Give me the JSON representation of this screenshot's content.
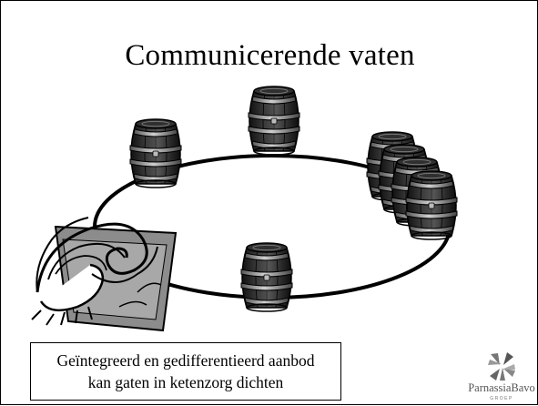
{
  "slide": {
    "title": "Communicerende vaten",
    "caption": {
      "line1": "Geïntegreerd en gedifferentieerd aanbod",
      "line2": "kan gaten in ketenzorg dichten"
    },
    "logo": {
      "name": "ParnassiaBavo",
      "sub": "GROEP"
    }
  },
  "diagram": {
    "connection": "ellipse",
    "barrels": [
      "top",
      "upper-left",
      "bottom",
      "right-stack-1",
      "right-stack-2",
      "right-stack-3",
      "right-stack-4"
    ],
    "wave_icon": "wave-icon"
  },
  "colors": {
    "barrel_body": "#2a2a2a",
    "barrel_hoop": "#9a9a9a",
    "line": "#000000",
    "background": "#ffffff"
  }
}
